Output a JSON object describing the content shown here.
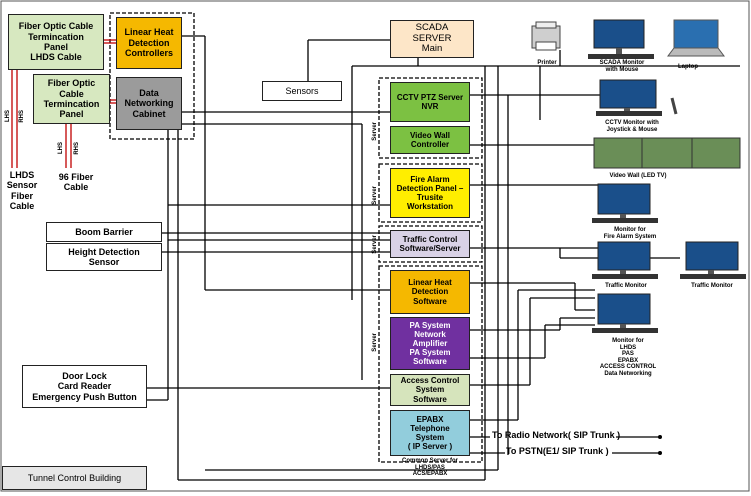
{
  "fiber_panel_lhds": "Fiber Optic Cable\nTermincation\nPanel\nLHDS Cable",
  "fiber_panel_data": "Fiber Optic\nCable\nTermincation\nPanel",
  "linear_heat_controllers": "Linear Heat\nDetection\nControllers",
  "data_networking_cabinet": "Data\nNetworking\nCabinet",
  "scada_server": "SCADA\nSERVER\nMain",
  "sensors": "Sensors",
  "lhs_tag_1": "LHS",
  "rhs_tag_1": "RHS",
  "lhs_tag_2": "LHS",
  "rhs_tag_2": "RHS",
  "lhds_sensor_fiber_cable": "LHDS\nSensor\nFiber\nCable",
  "fiber_cable_96": "96 Fiber\nCable",
  "boom_barrier": "Boom Barrier",
  "height_detection_sensor": "Height Detection\nSensor",
  "door_lock_group": "Door Lock\nCard Reader\nEmergency Push Button",
  "tunnel_control_building": "Tunnel Control Building",
  "cctv_server": "CCTV PTZ Server\nNVR",
  "video_wall_controller": "Video Wall\nController",
  "fire_alarm_panel": "Fire Alarm\nDetection Panel –\nTrusite\nWorkstation",
  "traffic_control": "Traffic Control\nSoftware/Server",
  "lhd_software": "Linear Heat\nDetection\nSoftware",
  "pa_system": "PA System\nNetwork\nAmplifier\nPA System\nSoftware",
  "access_control": "Access Control\nSystem\nSoftware",
  "epabx": "EPABX\nTelephone\nSystem\n( IP Server )",
  "common_server_note": "Common Server for\nLHDS/PAS\nACS/EPABX",
  "server_tag": "Server",
  "printer": "Printer",
  "scada_monitor": "SCADA Monitor\nwith Mouse",
  "laptop": "Laptop",
  "cctv_monitor": "CCTV Monitor with\nJoystick & Mouse",
  "video_wall": "Video Wall (LED TV)",
  "fire_monitor": "Monitor for\nFire Alarm System",
  "traffic_monitor_1": "Traffic Monitor",
  "traffic_monitor_2": "Traffic Monitor",
  "monitor_lhds": "Monitor for\nLHDS\nPAS\nEPABX\nACCESS CONTROL\nData Networking",
  "radio_network": "To Radio Network( SIP Trunk )",
  "pstn": "To PSTN(E1/ SIP Trunk )",
  "colors": {
    "panel_green": "#d7e8c0",
    "controller_orange": "#f5b800",
    "cabinet_gray": "#9b9b9b",
    "scada_peach": "#fde6c8",
    "server_green": "#7cc142",
    "fire_yellow": "#ffee00",
    "traffic_lilac": "#d9d2e6",
    "pa_purple": "#7030a0",
    "access_green": "#d6e4bc",
    "epabx_blue": "#92cddc",
    "cable_red": "#c00000"
  }
}
